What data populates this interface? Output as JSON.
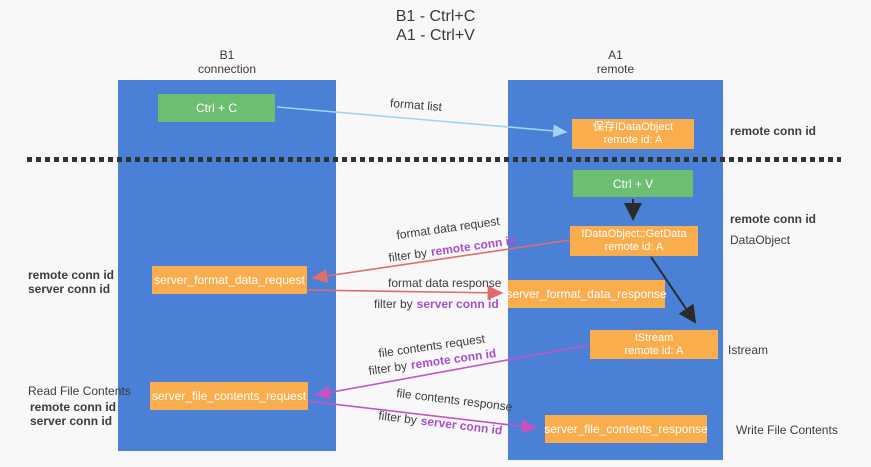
{
  "title": {
    "line1": "B1 - Ctrl+C",
    "line2": "A1 - Ctrl+V"
  },
  "columns": {
    "b1": {
      "name": "B1",
      "subtitle": "connection"
    },
    "a1": {
      "name": "A1",
      "subtitle": "remote"
    }
  },
  "boxes": {
    "ctrl_c": {
      "label": "Ctrl + C"
    },
    "ctrl_v": {
      "label": "Ctrl + V"
    },
    "save_idataobject": {
      "line1": "保存IDataObject",
      "line2": "remote id: A"
    },
    "getdata": {
      "line1": "IDataObject::GetData",
      "line2": "remote id: A"
    },
    "istream": {
      "line1": "IStream",
      "line2": "remote id: A"
    },
    "format_request": {
      "label": "server_format_data_request"
    },
    "format_response": {
      "label": "server_format_data_response"
    },
    "file_request": {
      "label": "server_file_contents_request"
    },
    "file_response": {
      "label": "server_file_contents_response"
    }
  },
  "arrow_labels": {
    "format_list": "format list",
    "format_data_request": "format data request",
    "format_data_response": "format data response",
    "file_contents_request": "file contents request",
    "file_contents_response": "file contents response",
    "filter_by": "filter by",
    "remote_conn_id": "remote conn id",
    "server_conn_id": "server conn id"
  },
  "side_labels": {
    "right_top_remote": "remote conn id",
    "right_mid_remote": "remote conn id",
    "dataobject": "DataObject",
    "istream": "Istream",
    "write_file_contents": "Write File Contents",
    "left_remote_1": "remote conn id",
    "left_server_1": "server conn id",
    "read_file_contents": "Read File Contents",
    "left_remote_2": "remote conn id",
    "left_server_2": "server conn id"
  },
  "colors": {
    "column_blue": "#4a80d6",
    "box_orange": "#f9ad4d",
    "box_green": "#6cbe70",
    "arrow_lightblue": "#a3d3f3",
    "arrow_red": "#e06c6c",
    "arrow_magenta": "#c454c4",
    "arrow_black": "#2b2b2b",
    "label_purple": "#a64fc8",
    "label_green": "#53b156"
  }
}
